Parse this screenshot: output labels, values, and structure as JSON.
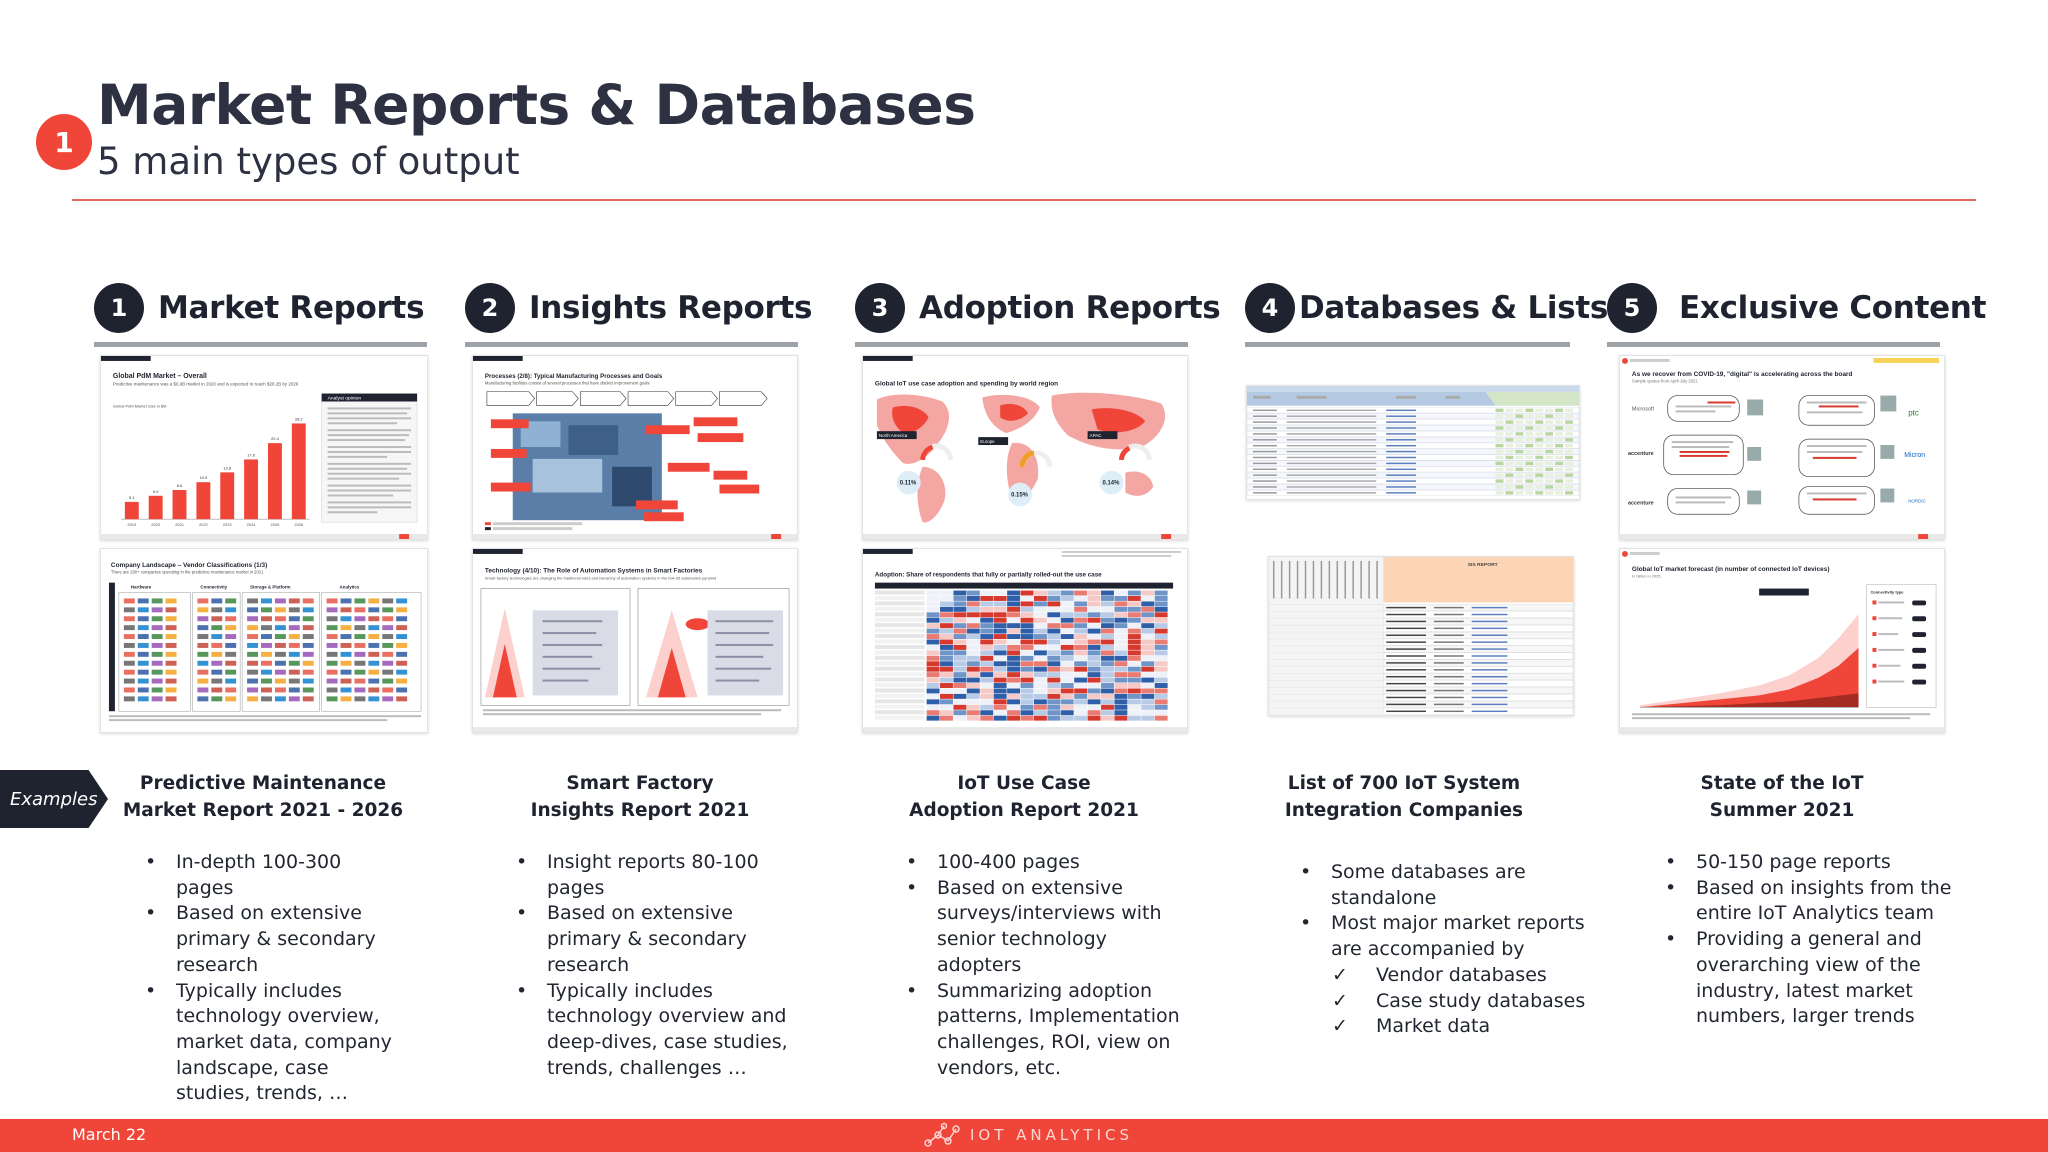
{
  "header": {
    "badge": "1",
    "title": "Market Reports & Databases",
    "subtitle": "5 main types of output"
  },
  "examples_label": "Examples",
  "columns": [
    {
      "number": "1",
      "title": "Market Reports",
      "caption": [
        "Predictive Maintenance",
        "Market Report 2021 - 2026"
      ],
      "bullets": [
        "In-depth 100-300 pages",
        "Based on extensive primary & secondary research",
        "Typically includes technology overview, market data, company landscape, case studies, trends, …"
      ]
    },
    {
      "number": "2",
      "title": "Insights Reports",
      "caption": [
        "Smart Factory",
        "Insights Report 2021"
      ],
      "bullets": [
        "Insight reports 80-100 pages",
        "Based on extensive primary & secondary research",
        "Typically includes technology overview and deep-dives, case studies, trends, challenges …"
      ]
    },
    {
      "number": "3",
      "title": "Adoption Reports",
      "caption": [
        "IoT Use Case",
        "Adoption Report 2021"
      ],
      "bullets": [
        "100-400 pages",
        "Based on extensive surveys/interviews with senior technology adopters",
        "Summarizing adoption patterns, Implementation challenges, ROI, view on vendors, etc."
      ]
    },
    {
      "number": "4",
      "title": "Databases & Lists",
      "caption": [
        "List of 700 IoT System",
        "Integration Companies"
      ],
      "bullets": [
        "Some databases are standalone",
        "Most major market reports are accompanied by"
      ],
      "checks": [
        "Vendor databases",
        "Case study databases",
        "Market data"
      ]
    },
    {
      "number": "5",
      "title": "Exclusive Content",
      "caption": [
        "State of the IoT",
        "Summer 2021"
      ],
      "bullets": [
        "50-150 page reports",
        "Based on insights from the entire IoT Analytics team",
        "Providing a general and overarching view of the industry, latest market numbers, larger trends"
      ]
    }
  ],
  "thumbnails": {
    "market_top": {
      "title": "Global PdM Market – Overall",
      "subtitle": "Predictive maintenance was a $6.9B market in 2020 and is expected to reach $28.2B by 2026",
      "chart_label": "Global PdM Market Size in $M",
      "panel_title": "Analyst opinion",
      "chart_data": {
        "type": "bar",
        "categories": [
          "2019",
          "2020",
          "2021",
          "2022",
          "2023",
          "2024",
          "2025",
          "2026"
        ],
        "values": [
          5.1,
          6.9,
          8.6,
          10.9,
          13.8,
          17.6,
          22.4,
          28.2
        ]
      }
    },
    "market_bottom": {
      "title": "Company Landscape – Vendor Classifications (1/3)",
      "subtitle": "There are 280+ companies operating in the predictive maintenance market in 2021",
      "headers": [
        "Hardware",
        "Connectivity",
        "Storage & Platform",
        "Analytics"
      ]
    },
    "insights_top": {
      "title": "Processes (2/8): Typical Manufacturing Processes and Goals",
      "subtitle": "Manufacturing facilities consist of several processes that have distinct improvement goals"
    },
    "insights_bottom": {
      "title": "Technology (4/10): The Role of Automation Systems in Smart Factories",
      "subtitle": "Smart factory technologies are changing the traditional roles and hierarchy of automation systems in the ISA-95 automation pyramid"
    },
    "adoption_top": {
      "title": "Global IoT use case adoption and spending by world region",
      "regions": [
        "North America",
        "Europe",
        "APAC"
      ],
      "values": [
        "0.11%",
        "0.15%",
        "0.14%"
      ]
    },
    "adoption_bottom": {
      "title": "Adoption: Share of respondents that fully or partially rolled-out the use case"
    },
    "databases_bottom": {
      "header": "SIS REPORT"
    },
    "exclusive_top": {
      "title": "As we recover from COVID-19, \"digital\" is accelerating across the board",
      "subtitle": "Sample quotes from April-July 2021",
      "logos": [
        "Microsoft",
        "accenture",
        "accenture",
        "ptc",
        "Micron",
        "NORDIC"
      ]
    },
    "exclusive_bottom": {
      "title": "Global IoT market forecast (in number of connected IoT devices)",
      "subtitle": "In billion in 2025",
      "legend_title": "Connectivity type"
    }
  },
  "footer": {
    "date": "March 22",
    "logo_text": "IOT ANALYTICS"
  },
  "colors": {
    "accent": "#f0463a",
    "dark": "#1f2330",
    "rule": "#9ea2a9"
  }
}
